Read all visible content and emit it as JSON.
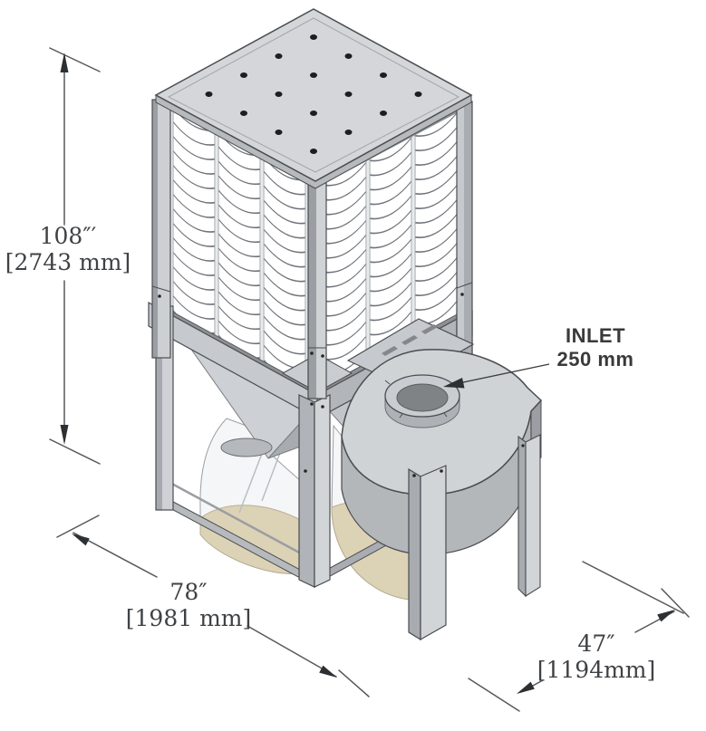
{
  "title": "Dust collector dimensional diagram",
  "dimensions": {
    "height": {
      "imperial": "108″′",
      "metric": "[2743 mm]"
    },
    "width": {
      "imperial": "78″",
      "metric": "[1981 mm]"
    },
    "depth": {
      "imperial": "47″",
      "metric": "[1194mm]"
    }
  },
  "callouts": {
    "inlet": {
      "line1": "INLET",
      "line2": "250 mm"
    }
  },
  "colors": {
    "outline": "#4a4d50",
    "metal_light": "#d3d6d9",
    "metal_mid": "#b4b7bb",
    "metal_dark": "#8d9094",
    "filter_white": "#ffffff",
    "dust_tan": "#dcd2b6",
    "bag_clear": "#f4f5f6",
    "text_dark": "#3f4245",
    "arrow_black": "#2d3033"
  }
}
